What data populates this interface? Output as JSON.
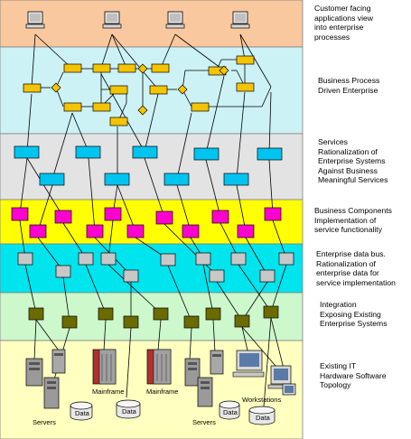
{
  "layers": [
    {
      "id": "customer",
      "label": "Customer facing\napplications  view\ninto enterprise\nprocesses",
      "fill": "#f9c89e"
    },
    {
      "id": "process",
      "label": "Business Process\nDriven Enterprise",
      "fill": "#ccf2f6"
    },
    {
      "id": "services",
      "label": "Services\nRationalization of\nEnterprise Systems\nAgainst Business\nMeaningful Services",
      "fill": "#e3e3e3"
    },
    {
      "id": "components",
      "label": "Business Components\nImplementation of\nservice functionality",
      "fill": "#ffff00"
    },
    {
      "id": "databus",
      "label": "Enterprise data bus.\nRationalization of\nenterprise data for\nservice implementation",
      "fill": "#00e4ee"
    },
    {
      "id": "integration",
      "label": "Integration\nExposing Existing\nEnterprise Systems",
      "fill": "#ccf8cc"
    },
    {
      "id": "it",
      "label": "Existing IT\nHardware  Software\nTopology",
      "fill": "#ffffc0"
    }
  ],
  "hardware_labels": {
    "servers_left": "Servers",
    "data_1": "Data",
    "mainframe_1": "Mainframe",
    "data_2": "Data",
    "mainframe_2": "Mainframe",
    "servers_right": "Servers",
    "data_3": "Data",
    "workstations": "Workstations",
    "data_4": "Data"
  },
  "colors": {
    "process_box": "#f5c400",
    "service_box": "#00c4f0",
    "component_box": "#ff00d0",
    "databus_box": "#c8c8c8",
    "integration_box": "#6b6b00",
    "line": "#000000",
    "band_border": "#808080"
  }
}
